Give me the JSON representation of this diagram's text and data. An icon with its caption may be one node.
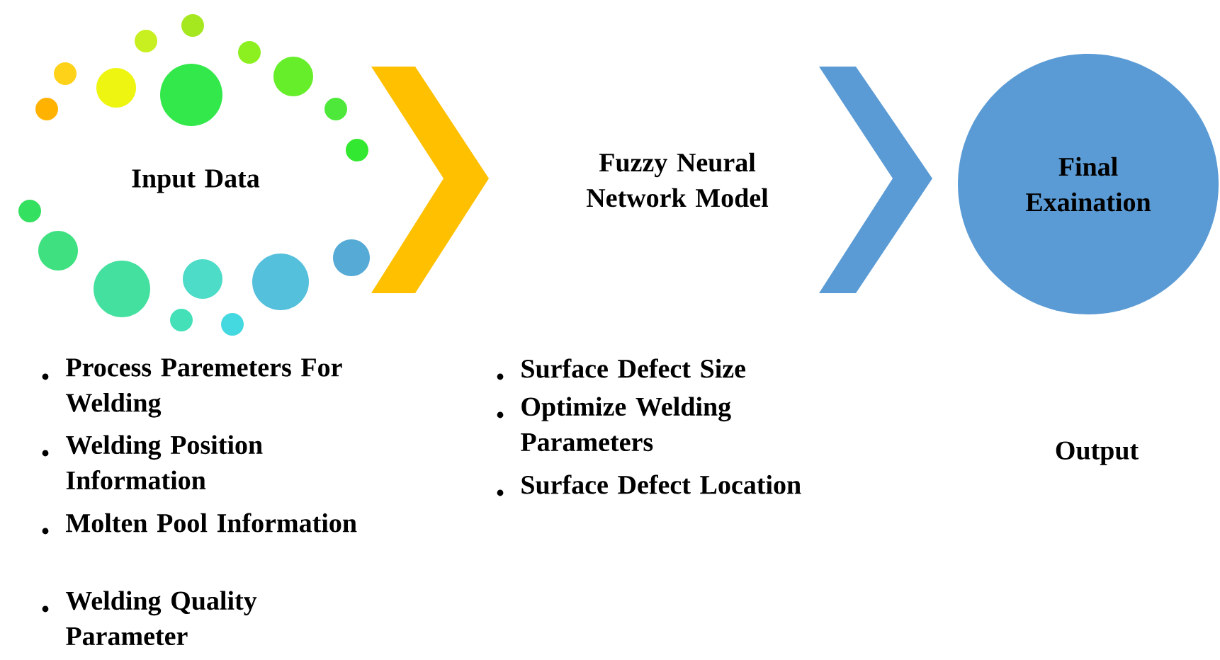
{
  "diagram": {
    "nodes": [
      {
        "text": [
          "Input Data"
        ]
      },
      {
        "text": [
          "Fuzzy Neural Network Model"
        ]
      },
      {
        "text": [
          "Final Exaination"
        ]
      }
    ],
    "edges": [
      {
        "from": 0,
        "to": 1,
        "arrow": "to",
        "color": "#ffc000"
      },
      {
        "from": 1,
        "to": 2,
        "arrow": "to",
        "color": "#5b9bd5"
      }
    ],
    "labels": [
      "Process Paremeters For Welding",
      "Welding Position Information",
      "Molten Pool Information",
      "Welding Quality Parameter",
      "Surface Defect Size",
      "Optimize Welding Parameters",
      "Surface Defect Location",
      "Output"
    ]
  }
}
